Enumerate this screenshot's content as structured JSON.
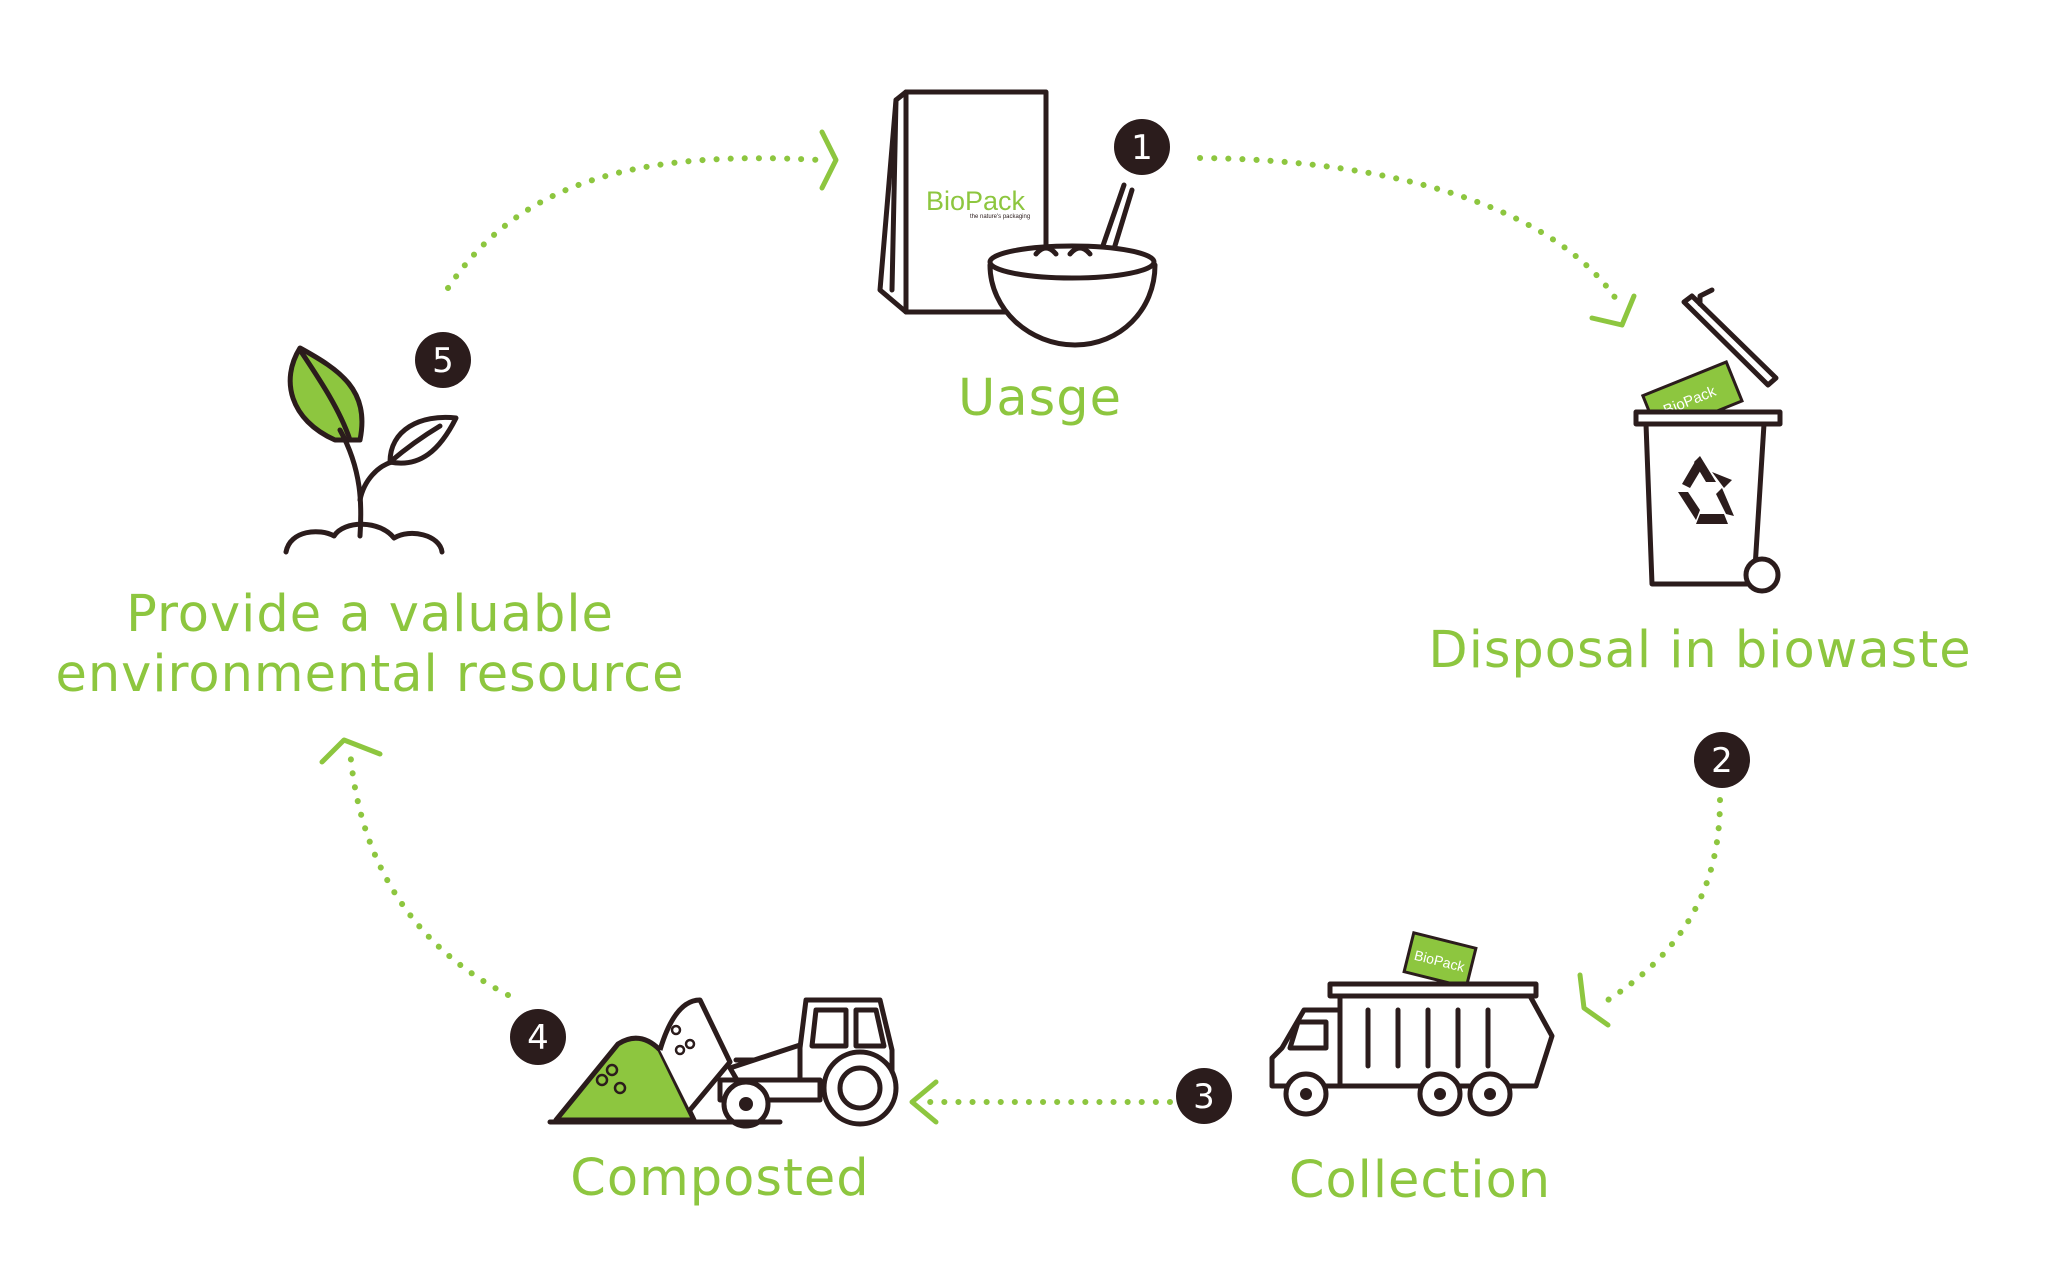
{
  "colors": {
    "accent": "#8dc63f",
    "ink": "#2b1c1c",
    "white": "#ffffff"
  },
  "logo": {
    "text": "BioPack",
    "tagline": "the nature's packaging"
  },
  "steps": [
    {
      "number": "1",
      "label": "Uasge",
      "icon": "bag-and-bowl-icon"
    },
    {
      "number": "2",
      "label": "Disposal in biowaste",
      "icon": "recycling-bin-icon"
    },
    {
      "number": "3",
      "label": "Collection",
      "icon": "garbage-truck-icon"
    },
    {
      "number": "4",
      "label": "Composted",
      "icon": "tractor-compost-icon"
    },
    {
      "number": "5",
      "label_line1": "Provide a valuable",
      "label_line2": "environmental resource",
      "icon": "sprout-icon"
    }
  ]
}
